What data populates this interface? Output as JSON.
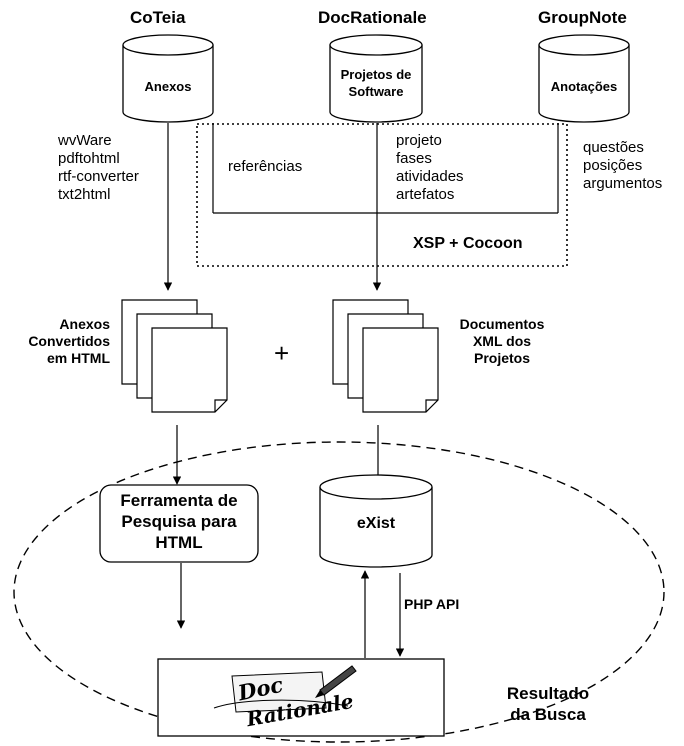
{
  "sources": {
    "coteia": {
      "title": "CoTeia",
      "store": "Anexos"
    },
    "docrationale": {
      "title": "DocRationale",
      "store_line1": "Projetos de",
      "store_line2": "Software"
    },
    "groupnote": {
      "title": "GroupNote",
      "store": "Anotações"
    }
  },
  "converters": [
    "wvWare",
    "pdftohtml",
    "rtf-converter",
    "txt2html"
  ],
  "references_label": "referências",
  "project_fields": [
    "projeto",
    "fases",
    "atividades",
    "artefatos"
  ],
  "annotation_fields": [
    "questões",
    "posições",
    "argumentos"
  ],
  "xsp_label": "XSP + Cocoon",
  "converted_docs": [
    "Anexos",
    "Convertidos",
    "em HTML"
  ],
  "plus": "+",
  "xml_docs": [
    "Documentos",
    "XML dos",
    "Projetos"
  ],
  "search_tool": [
    "Ferramenta de",
    "Pesquisa para",
    "HTML"
  ],
  "exist": "eXist",
  "php_api": "PHP API",
  "logo": {
    "line1": "Doc",
    "line2": "Rationale"
  },
  "result": [
    "Resultado",
    "da Busca"
  ]
}
